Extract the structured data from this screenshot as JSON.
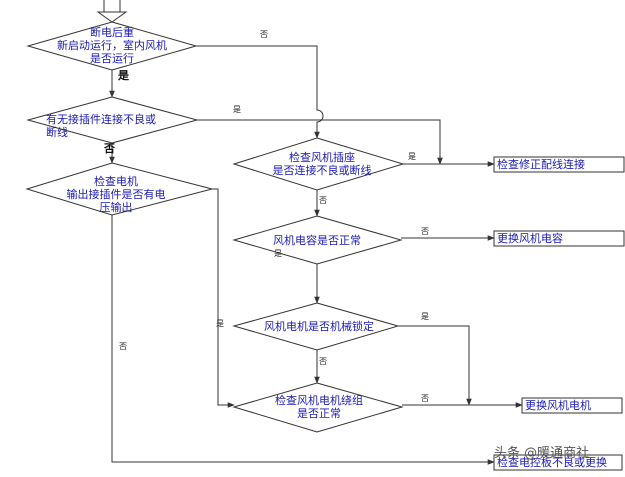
{
  "nodes": {
    "d1": "断电后重\n新启动运行，室内风机\n是否运行",
    "d2": "有无接插件连接不良或\n断线",
    "d3": "检查电机\n输出接插件是否有电\n压输出",
    "d4": "检查风机插座\n是否连接不良或断线",
    "d5": "风机电容是否正常",
    "d6": "风机电机是否机械锁定",
    "d7": "检查风机电机绕组\n是否正常",
    "r1": "检查修正配线连接",
    "r2": "更换风机电容",
    "r3": "更换风机电机",
    "r4": "检查电控板不良或更换"
  },
  "edge_labels": {
    "yes": "是",
    "no": "否"
  },
  "watermark": "头条 @暖通商社",
  "colors": {
    "stroke": "#333333",
    "text": "#1a1ab4"
  }
}
